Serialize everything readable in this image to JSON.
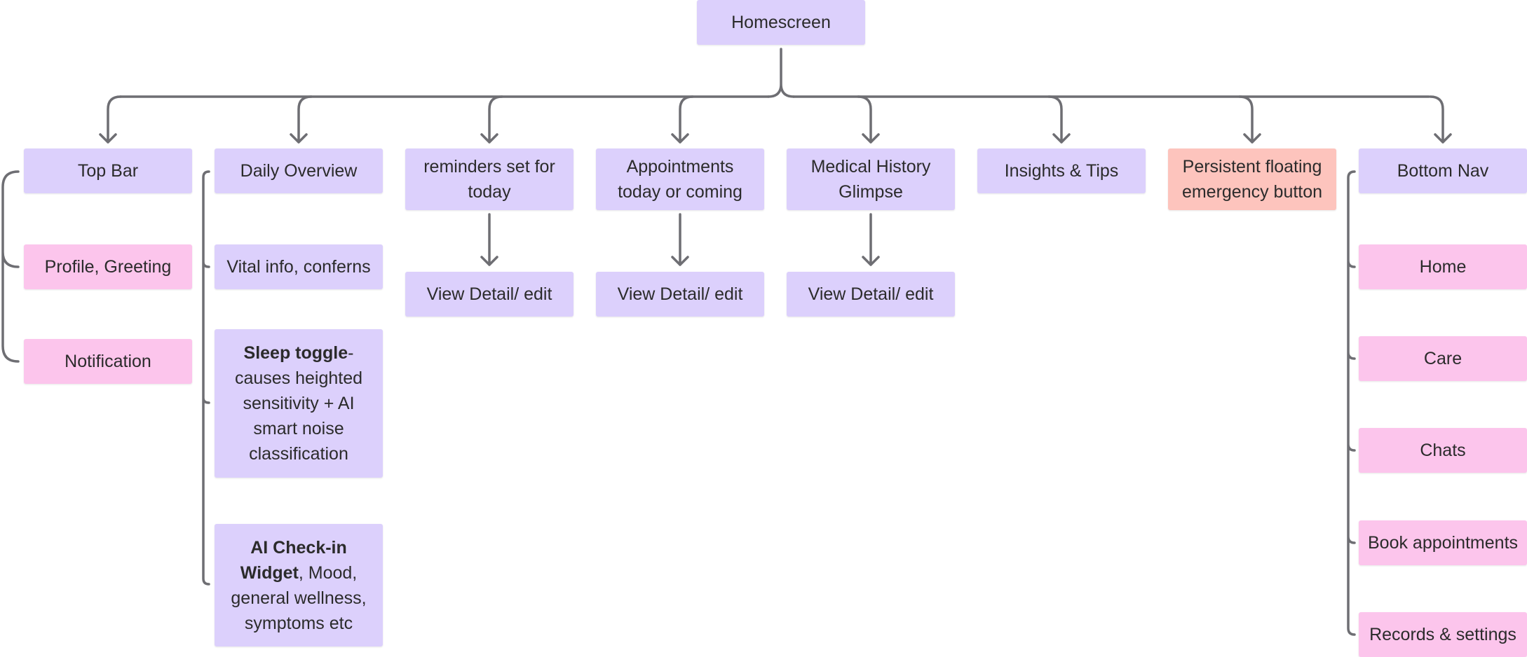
{
  "colors": {
    "purple": "#dcd0fc",
    "pink": "#fcc5ec",
    "salmon": "#fdc4bd",
    "connector": "#6e6e73"
  },
  "root": {
    "label": "Homescreen"
  },
  "columns": [
    {
      "label": "Top Bar",
      "children": [
        "Profile, Greeting",
        "Notification"
      ]
    },
    {
      "label": "Daily Overview",
      "children": [
        {
          "text": "Vital info, conferns"
        },
        {
          "bold": "Sleep toggle",
          "text": "- causes heighted sensitivity + AI smart noise classification"
        },
        {
          "bold": "AI Check-in Widget",
          "text": ", Mood, general wellness, symptoms etc"
        }
      ]
    },
    {
      "label": "reminders set for today",
      "detail": "View Detail/ edit"
    },
    {
      "label": "Appointments today or coming",
      "detail": "View Detail/ edit"
    },
    {
      "label": "Medical History Glimpse",
      "detail": "View Detail/ edit"
    },
    {
      "label": "Insights & Tips"
    },
    {
      "label": "Persistent floating emergency button"
    },
    {
      "label": "Bottom Nav",
      "children": [
        "Home",
        "Care",
        "Chats",
        "Book appointments",
        "Records & settings"
      ]
    }
  ]
}
